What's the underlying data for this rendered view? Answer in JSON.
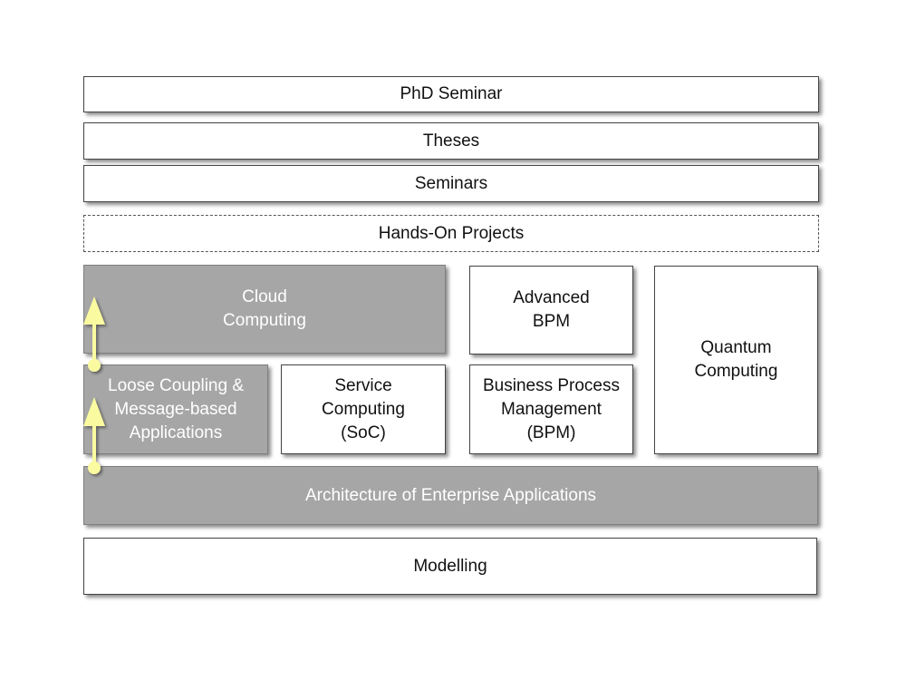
{
  "boxes": {
    "phd_seminar": "PhD Seminar",
    "theses": "Theses",
    "seminars": "Seminars",
    "hands_on_projects": "Hands-On Projects",
    "cloud_computing": "Cloud\nComputing",
    "advanced_bpm": "Advanced\nBPM",
    "quantum_computing": "Quantum\nComputing",
    "loose_coupling": "Loose Coupling &\nMessage-based\nApplications",
    "service_computing": "Service\nComputing\n(SoC)",
    "bpm": "Business Process\nManagement\n(BPM)",
    "architecture": "Architecture of Enterprise Applications",
    "modelling": "Modelling"
  },
  "colors": {
    "highlight_box": "#a6a6a6",
    "arrow": "#fafaa0"
  }
}
